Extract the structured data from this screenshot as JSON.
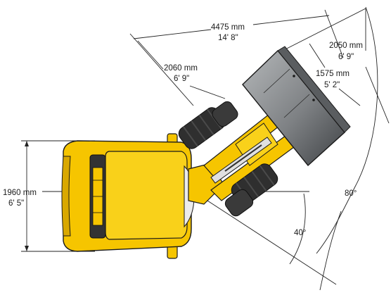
{
  "diagram": {
    "colors": {
      "body": "#f6c500",
      "body_dark": "#d9a800",
      "outline": "#1a1a1a",
      "tire": "#2f2f2f",
      "tire_tread": "#4a4a4a",
      "bucket_light": "#a9acae",
      "bucket_dark": "#4b4e51",
      "line": "#222222"
    },
    "dimensions": {
      "overall_length_mm": "4475 mm",
      "overall_length_ft": "14' 8\"",
      "bucket_width_mm": "2050 mm",
      "bucket_width_ft": "6' 9\"",
      "tread_width_mm": "1575 mm",
      "tread_width_ft": "5' 2\"",
      "front_length_mm": "2060 mm",
      "front_length_ft": "6' 9\"",
      "machine_width_mm": "1960 mm",
      "machine_width_ft": "6' 5\""
    },
    "angles": {
      "total_articulation": "80°",
      "articulation_per_side": "40°"
    }
  }
}
